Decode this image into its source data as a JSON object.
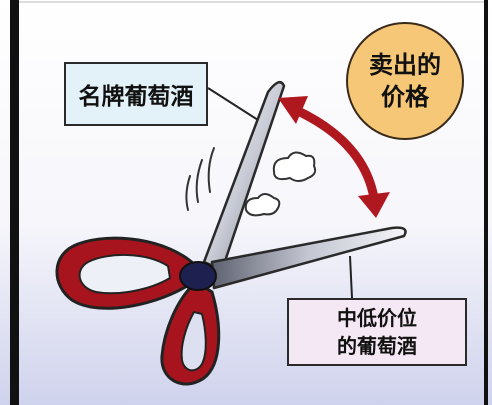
{
  "labels": {
    "premium_wine": "名牌葡萄酒",
    "midrange_wine_line1": "中低价位",
    "midrange_wine_line2": "的葡萄酒",
    "selling_price_line1": "卖出的",
    "selling_price_line2": "价格"
  },
  "colors": {
    "scissor_handle": "#a8141e",
    "arrow": "#b0181f",
    "price_circle": "#f6c777",
    "premium_label_bg": "#e2f2f8",
    "midrange_label_bg": "#f4e8f4"
  },
  "icons": [
    "scissors-icon",
    "double-arrow-icon",
    "wind-puff-icon"
  ]
}
